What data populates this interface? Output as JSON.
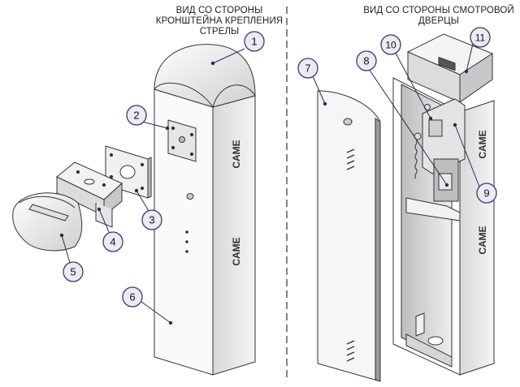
{
  "captions": {
    "left": [
      "ВИД СО СТОРОНЫ",
      "КРОНШТЕЙНА КРЕПЛЕНИЯ",
      "СТРЕЛЫ"
    ],
    "right": [
      "ВИД СО СТОРОНЫ СМОТРОВОЙ",
      "ДВЕРЦЫ"
    ]
  },
  "brand_text": "CAME",
  "callouts": [
    "1",
    "2",
    "3",
    "4",
    "5",
    "6",
    "7",
    "8",
    "9",
    "10",
    "11"
  ],
  "colors": {
    "line": "#333333",
    "callout_fill": "#eceaf4",
    "callout_stroke": "#3a3a6a",
    "leader": "#2b2b5a"
  }
}
